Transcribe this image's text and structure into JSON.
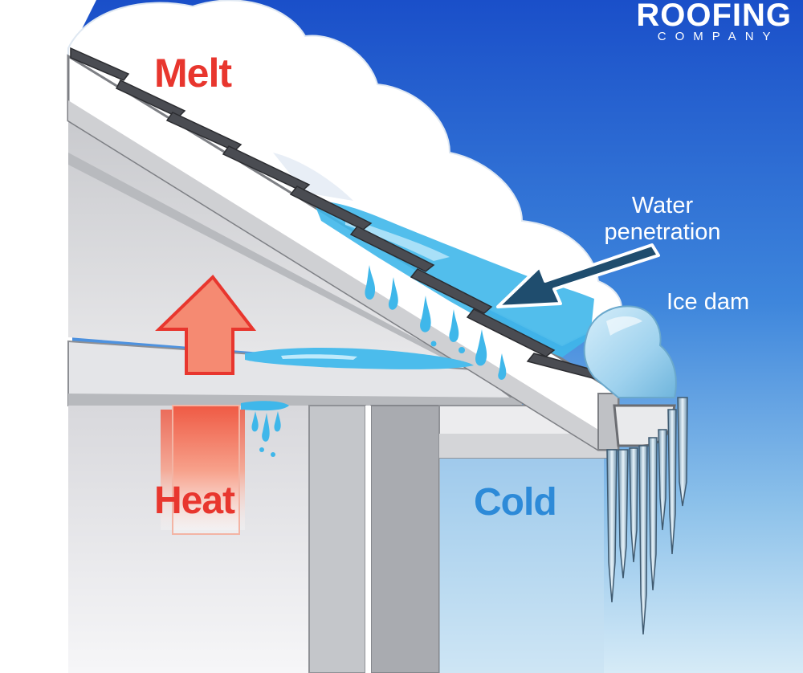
{
  "brand": {
    "name": "ROOFING",
    "tagline": "COMPANY"
  },
  "labels": {
    "melt": "Melt",
    "heat": "Heat",
    "cold": "Cold",
    "water_penetration": "Water penetration",
    "ice_dam": "Ice dam"
  },
  "colors": {
    "warm_label": "#e8362e",
    "cold_label": "#2d8ad8",
    "sky": "#1f5fd0",
    "snow": "#ffffff",
    "ice": "#a8d8f0",
    "meltwater": "#39b6ea",
    "arrow_dark": "#1f4d6e"
  }
}
